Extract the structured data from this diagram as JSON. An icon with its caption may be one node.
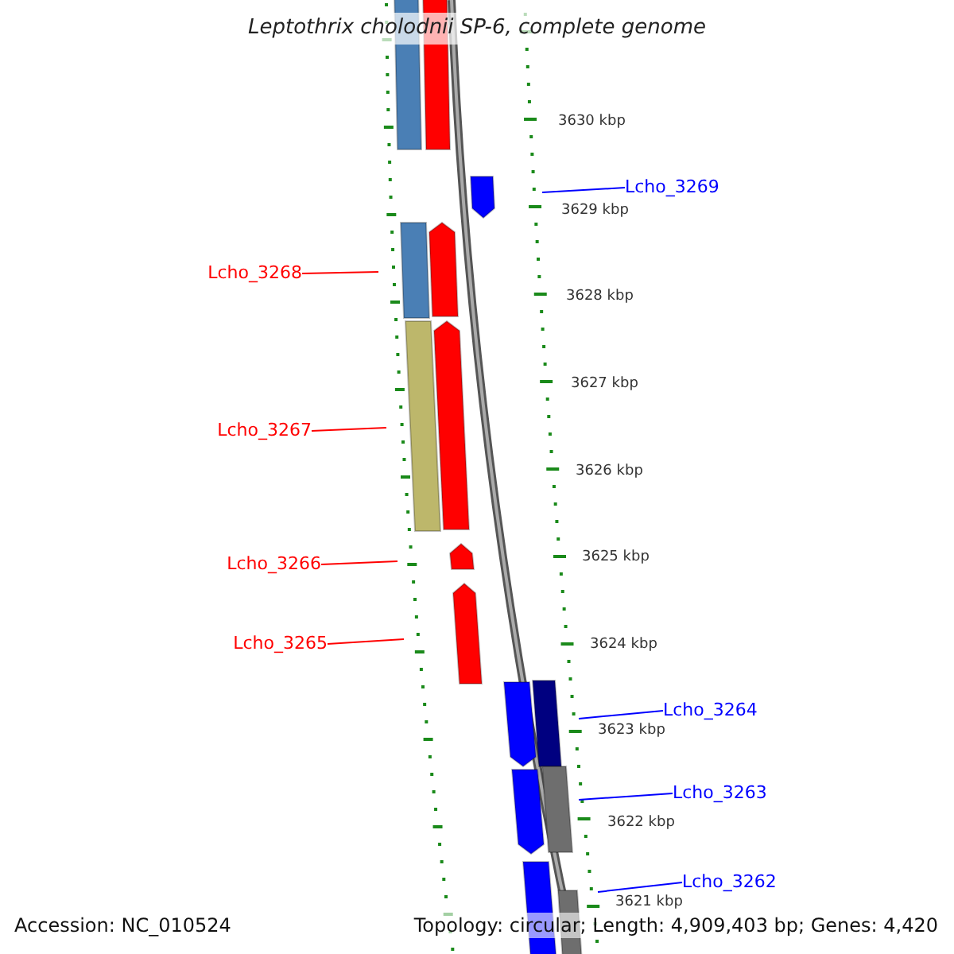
{
  "diagram": {
    "title": "Leptothrix cholodnii SP-6, complete genome",
    "nodes": [
      {
        "text": [
          "Lcho_3269"
        ]
      },
      {
        "text": [
          "Lcho_3268"
        ]
      },
      {
        "text": [
          "Lcho_3267"
        ]
      },
      {
        "text": [
          "Lcho_3266"
        ]
      },
      {
        "text": [
          "Lcho_3265"
        ]
      },
      {
        "text": [
          "Lcho_3264"
        ]
      },
      {
        "text": [
          "Lcho_3263"
        ]
      },
      {
        "text": [
          "Lcho_3262"
        ]
      }
    ],
    "edges": [
      {
        "from": 0,
        "to": null,
        "arrow": "none",
        "color": "#0000ff"
      },
      {
        "from": 1,
        "to": null,
        "arrow": "none",
        "color": "#ff0000"
      },
      {
        "from": 2,
        "to": null,
        "arrow": "none",
        "color": "#ff0000"
      },
      {
        "from": 3,
        "to": null,
        "arrow": "none",
        "color": "#ff0000"
      },
      {
        "from": 4,
        "to": null,
        "arrow": "none",
        "color": "#ff0000"
      },
      {
        "from": 5,
        "to": null,
        "arrow": "none",
        "color": "#0000ff"
      },
      {
        "from": 6,
        "to": null,
        "arrow": "none",
        "color": "#0000ff"
      },
      {
        "from": 7,
        "to": null,
        "arrow": "none",
        "color": "#0000ff"
      }
    ],
    "labels": [
      "3630 kbp",
      "3629 kbp",
      "3628 kbp",
      "3627 kbp",
      "3626 kbp",
      "3625 kbp",
      "3624 kbp",
      "3623 kbp",
      "3622 kbp",
      "3621 kbp",
      "Accession: NC_010524",
      "Topology: circular; Length: 4,909,403 bp; Genes: 4,420"
    ]
  }
}
